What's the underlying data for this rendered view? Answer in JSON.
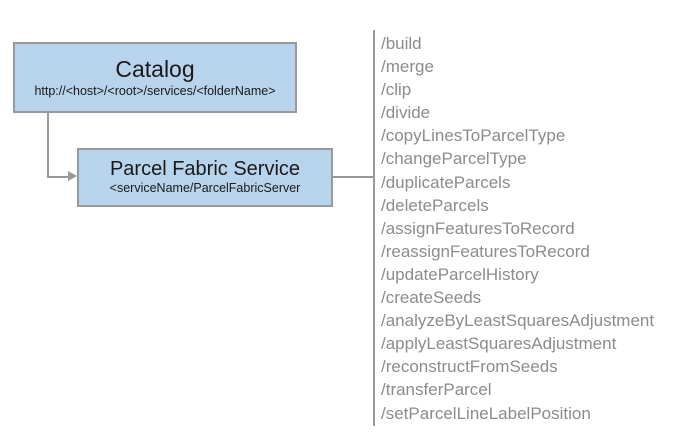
{
  "diagram": {
    "type": "service-endpoint-diagram",
    "colors": {
      "node_fill": "#b8d3ec",
      "node_border": "#9a9a9a",
      "connector": "#9a9a9a",
      "list_text": "#8c8c8c",
      "node_text": "#1a1a1a",
      "background": "#ffffff"
    },
    "nodes": [
      {
        "id": "catalog",
        "title": "Catalog",
        "subtitle": "http://<host>/<root>/services/<folderName>"
      },
      {
        "id": "parcel-fabric-service",
        "title": "Parcel Fabric Service",
        "subtitle": "<serviceName/ParcelFabricServer"
      }
    ],
    "operations": [
      "/build",
      "/merge",
      "/clip",
      "/divide",
      "/copyLinesToParcelType",
      "/changeParcelType",
      "/duplicateParcels",
      "/deleteParcels",
      "/assignFeaturesToRecord",
      "/reassignFeaturesToRecord",
      "/updateParcelHistory",
      "/createSeeds",
      "/analyzeByLeastSquaresAdjustment",
      "/applyLeastSquaresAdjustment",
      "/reconstructFromSeeds",
      "/transferParcel",
      "/setParcelLineLabelPosition"
    ]
  }
}
